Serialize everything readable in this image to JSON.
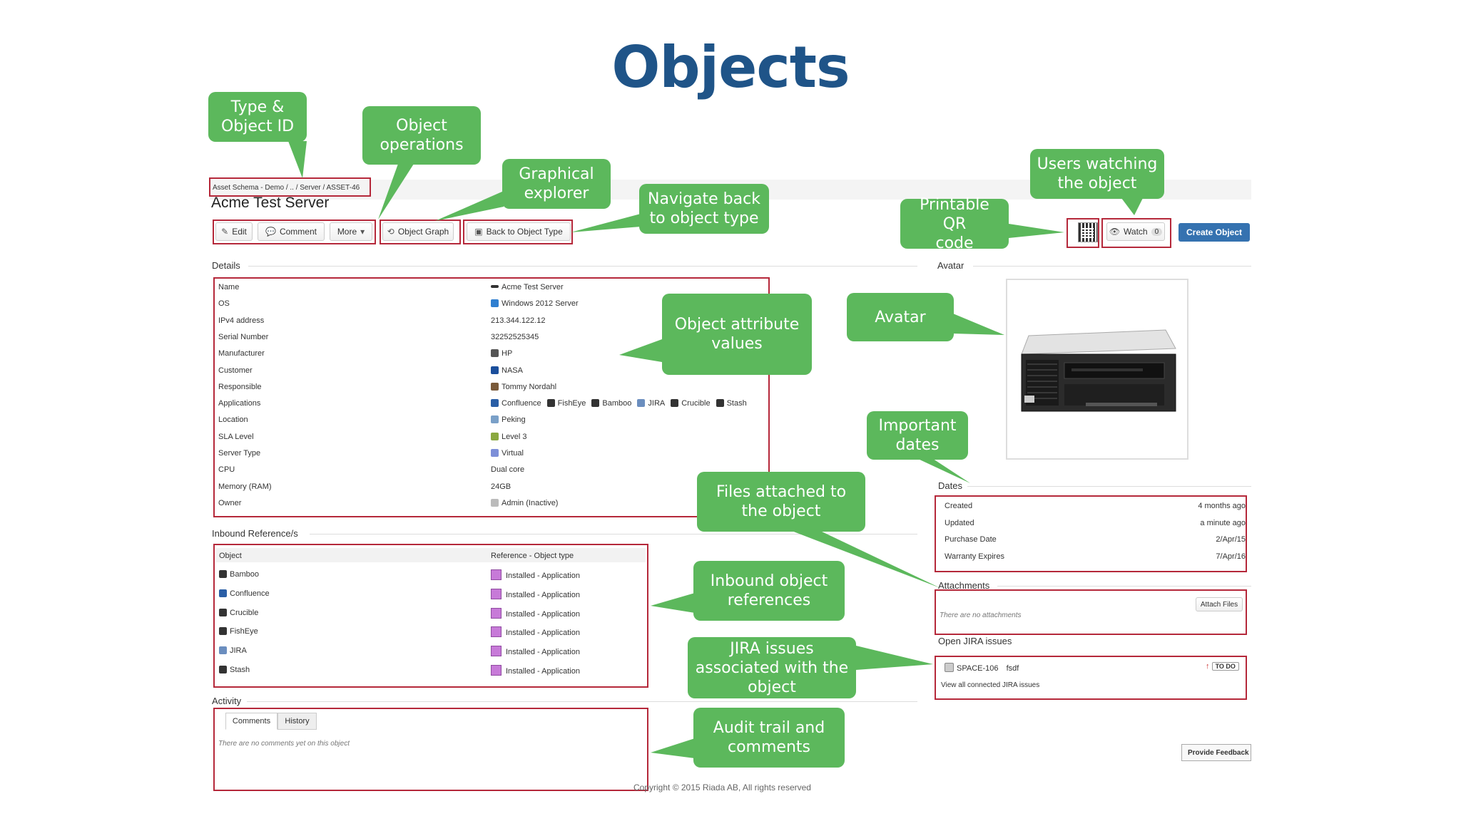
{
  "slide": {
    "title": "Objects"
  },
  "header": {
    "breadcrumb": "Asset Schema - Demo / .. / Server / ASSET-46",
    "object_title": "Acme Test Server"
  },
  "toolbar": {
    "edit_label": "Edit",
    "comment_label": "Comment",
    "more_label": "More",
    "object_graph_label": "Object Graph",
    "back_label": "Back to Object Type",
    "watch_label": "Watch",
    "watch_count": "0",
    "create_label": "Create Object"
  },
  "details": {
    "heading": "Details",
    "rows": [
      {
        "label": "Name",
        "value": "Acme Test Server",
        "icon": "server-icon"
      },
      {
        "label": "OS",
        "value": "Windows 2012 Server",
        "icon": "windows-icon"
      },
      {
        "label": "IPv4 address",
        "value": "213.344.122.12",
        "icon": ""
      },
      {
        "label": "Serial Number",
        "value": "32252525345",
        "icon": ""
      },
      {
        "label": "Manufacturer",
        "value": "HP",
        "icon": "hp-icon"
      },
      {
        "label": "Customer",
        "value": "NASA",
        "icon": "nasa-icon"
      },
      {
        "label": "Responsible",
        "value": "Tommy Nordahl",
        "icon": "user-icon"
      },
      {
        "label": "Applications",
        "value": "",
        "icon": ""
      },
      {
        "label": "Location",
        "value": "Peking",
        "icon": "location-icon"
      },
      {
        "label": "SLA Level",
        "value": "Level 3",
        "icon": "sla-icon"
      },
      {
        "label": "Server Type",
        "value": "Virtual",
        "icon": "globe-icon"
      },
      {
        "label": "CPU",
        "value": "Dual core",
        "icon": ""
      },
      {
        "label": "Memory (RAM)",
        "value": "24GB",
        "icon": ""
      },
      {
        "label": "Owner",
        "value": "Admin (Inactive)",
        "icon": "avatar-icon"
      }
    ],
    "applications": [
      "Confluence",
      "FishEye",
      "Bamboo",
      "JIRA",
      "Crucible",
      "Stash"
    ]
  },
  "inbound": {
    "heading": "Inbound Reference/s",
    "col_object": "Object",
    "col_reference": "Reference - Object type",
    "rows": [
      {
        "object": "Bamboo",
        "reference": "Installed - Application"
      },
      {
        "object": "Confluence",
        "reference": "Installed - Application"
      },
      {
        "object": "Crucible",
        "reference": "Installed - Application"
      },
      {
        "object": "FishEye",
        "reference": "Installed - Application"
      },
      {
        "object": "JIRA",
        "reference": "Installed - Application"
      },
      {
        "object": "Stash",
        "reference": "Installed - Application"
      }
    ]
  },
  "activity": {
    "heading": "Activity",
    "tab_comments": "Comments",
    "tab_history": "History",
    "empty_text": "There are no comments yet on this object"
  },
  "avatar": {
    "heading": "Avatar"
  },
  "dates": {
    "heading": "Dates",
    "rows": [
      {
        "label": "Created",
        "value": "4 months ago"
      },
      {
        "label": "Updated",
        "value": "a minute ago"
      },
      {
        "label": "Purchase Date",
        "value": "2/Apr/15"
      },
      {
        "label": "Warranty Expires",
        "value": "7/Apr/16"
      }
    ]
  },
  "attachments": {
    "heading": "Attachments",
    "attach_label": "Attach Files",
    "empty_text": "There are no attachments"
  },
  "jira": {
    "heading": "Open JIRA issues",
    "issue_key": "SPACE-106",
    "issue_summary": "fsdf",
    "issue_status": "TO DO",
    "view_all": "View all connected JIRA issues"
  },
  "footer": {
    "copyright": "Copyright © 2015 Riada AB, All rights reserved",
    "feedback_label": "Provide Feedback"
  },
  "callouts": {
    "type_id": "Type &\nObject ID",
    "operations": "Object\noperations",
    "graph": "Graphical\nexplorer",
    "navigate": "Navigate back\nto object type",
    "qr": "Printable QR\ncode",
    "watchers": "Users watching\nthe object",
    "attr_values": "Object attribute\nvalues",
    "avatar": "Avatar",
    "dates": "Important\ndates",
    "files": "Files attached to\nthe object",
    "inbound": "Inbound object\nreferences",
    "jira": "JIRA issues\nassociated with the\nobject",
    "audit": "Audit trail and\ncomments"
  },
  "colors": {
    "title_blue": "#1f5488",
    "callout_green": "#5cb85c",
    "highlight_red": "#b5283a",
    "primary_button": "#3572b0"
  }
}
